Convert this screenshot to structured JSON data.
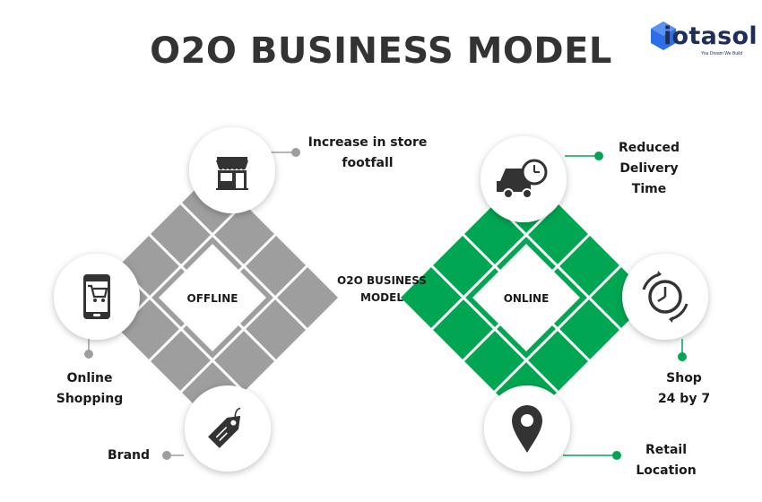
{
  "title": "O2O BUSINESS MODEL",
  "logo": {
    "name": "iotasol",
    "tagline": "You Dream We Build"
  },
  "colors": {
    "offline": "#9e9e9e",
    "online": "#00a651",
    "title": "#333333",
    "logo": "#1f2d5a"
  },
  "center": {
    "line1": "O2O BUSINESS",
    "line2": "MODEL"
  },
  "offline": {
    "label": "OFFLINE",
    "items": {
      "top": {
        "lines": [
          "Increase in store",
          "footfall"
        ],
        "icon": "storefront-icon"
      },
      "left": {
        "lines": [
          "Online",
          "Shopping"
        ],
        "icon": "mobile-shopping-cart-icon"
      },
      "bottom": {
        "lines": [
          "Brand"
        ],
        "icon": "price-tag-icon"
      }
    }
  },
  "online": {
    "label": "ONLINE",
    "items": {
      "top": {
        "lines": [
          "Reduced",
          "Delivery",
          "Time"
        ],
        "icon": "delivery-truck-clock-icon"
      },
      "right": {
        "lines": [
          "Shop",
          "24 by 7"
        ],
        "icon": "clock-24-7-icon"
      },
      "bottom": {
        "lines": [
          "Retail",
          "Location"
        ],
        "icon": "location-pin-icon"
      }
    }
  }
}
